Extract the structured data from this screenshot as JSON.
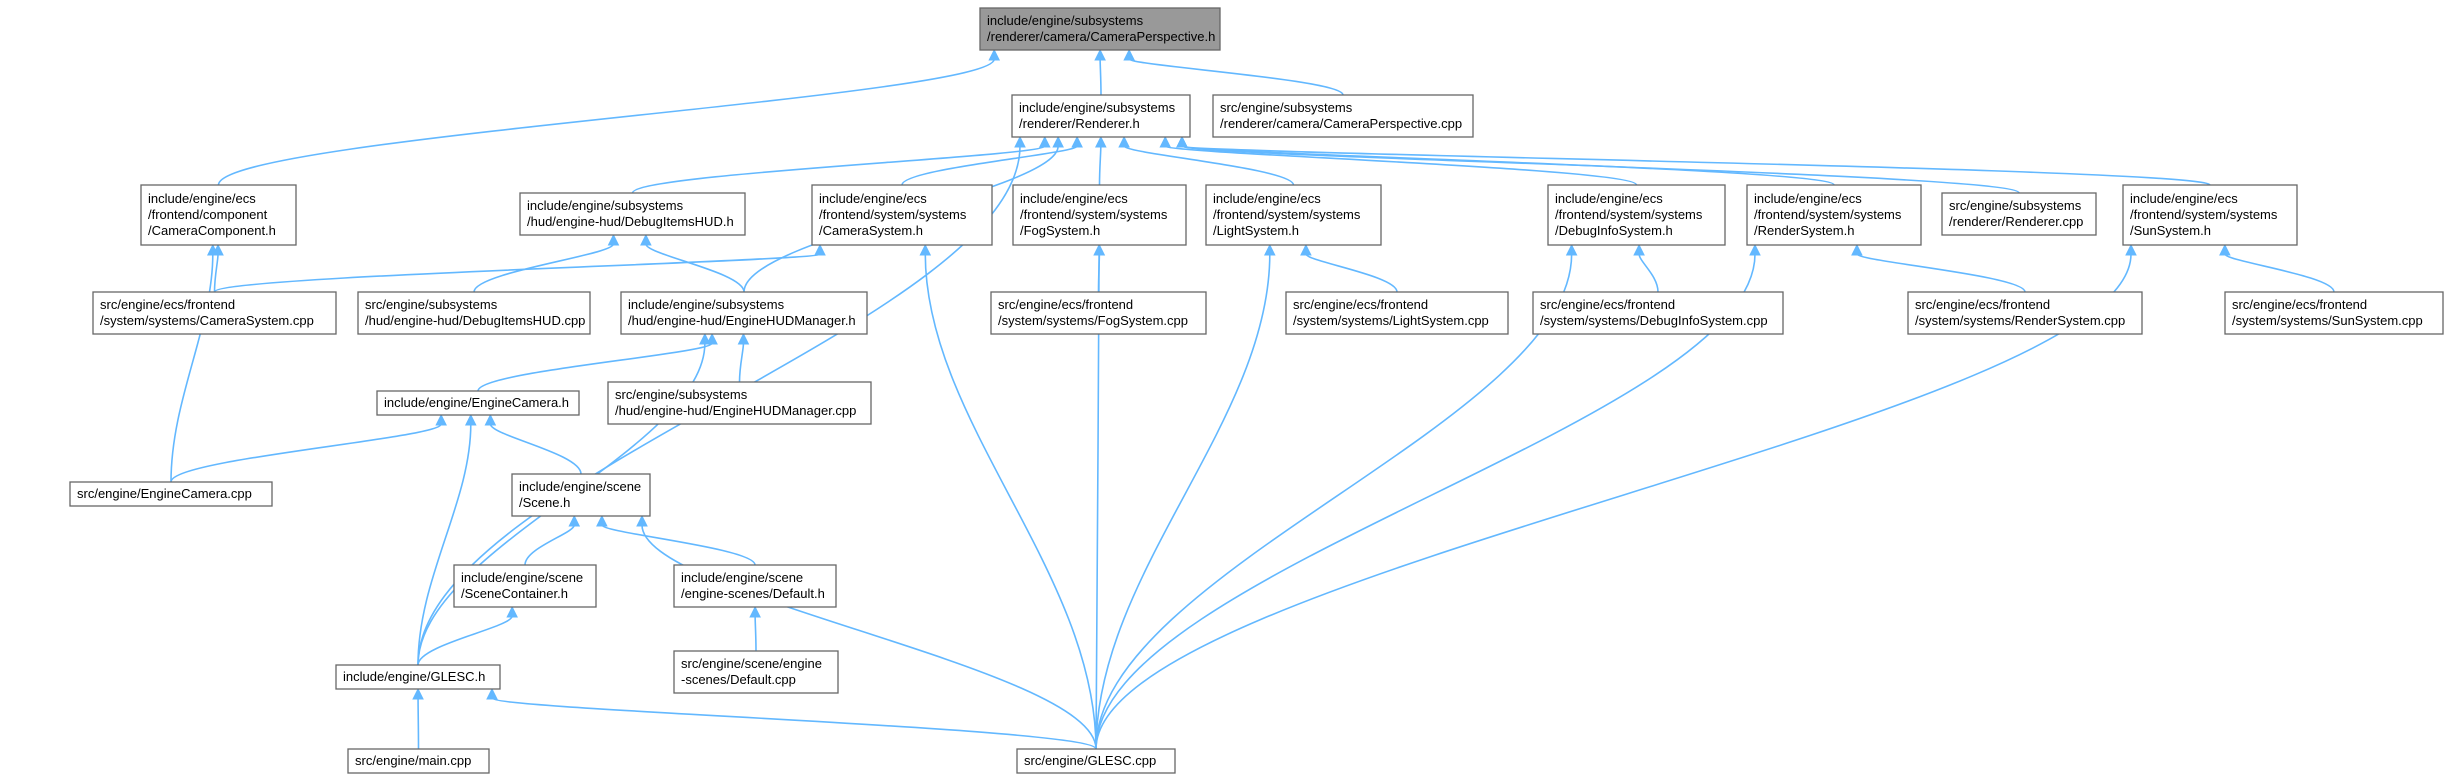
{
  "graph": {
    "nodes": [
      {
        "id": "root",
        "lines": [
          "include/engine/subsystems",
          "/renderer/camera/CameraPerspective.h"
        ],
        "root": true
      },
      {
        "id": "renderer_h",
        "lines": [
          "include/engine/subsystems",
          "/renderer/Renderer.h"
        ]
      },
      {
        "id": "campersp_cpp",
        "lines": [
          "src/engine/subsystems",
          "/renderer/camera/CameraPerspective.cpp"
        ]
      },
      {
        "id": "camcomp_h",
        "lines": [
          "include/engine/ecs",
          "/frontend/component",
          "/CameraComponent.h"
        ]
      },
      {
        "id": "debughud_h",
        "lines": [
          "include/engine/subsystems",
          "/hud/engine-hud/DebugItemsHUD.h"
        ]
      },
      {
        "id": "camsys_h",
        "lines": [
          "include/engine/ecs",
          "/frontend/system/systems",
          "/CameraSystem.h"
        ]
      },
      {
        "id": "fogsys_h",
        "lines": [
          "include/engine/ecs",
          "/frontend/system/systems",
          "/FogSystem.h"
        ]
      },
      {
        "id": "lightsys_h",
        "lines": [
          "include/engine/ecs",
          "/frontend/system/systems",
          "/LightSystem.h"
        ]
      },
      {
        "id": "debuginfo_h",
        "lines": [
          "include/engine/ecs",
          "/frontend/system/systems",
          "/DebugInfoSystem.h"
        ]
      },
      {
        "id": "rendersys_h",
        "lines": [
          "include/engine/ecs",
          "/frontend/system/systems",
          "/RenderSystem.h"
        ]
      },
      {
        "id": "renderer_cpp",
        "lines": [
          "src/engine/subsystems",
          "/renderer/Renderer.cpp"
        ]
      },
      {
        "id": "sunsys_h",
        "lines": [
          "include/engine/ecs",
          "/frontend/system/systems",
          "/SunSystem.h"
        ]
      },
      {
        "id": "camsys_cpp",
        "lines": [
          "src/engine/ecs/frontend",
          "/system/systems/CameraSystem.cpp"
        ]
      },
      {
        "id": "debughud_cpp",
        "lines": [
          "src/engine/subsystems",
          "/hud/engine-hud/DebugItemsHUD.cpp"
        ]
      },
      {
        "id": "hudmgr_h",
        "lines": [
          "include/engine/subsystems",
          "/hud/engine-hud/EngineHUDManager.h"
        ]
      },
      {
        "id": "fogsys_cpp",
        "lines": [
          "src/engine/ecs/frontend",
          "/system/systems/FogSystem.cpp"
        ]
      },
      {
        "id": "lightsys_cpp",
        "lines": [
          "src/engine/ecs/frontend",
          "/system/systems/LightSystem.cpp"
        ]
      },
      {
        "id": "debuginfo_cpp",
        "lines": [
          "src/engine/ecs/frontend",
          "/system/systems/DebugInfoSystem.cpp"
        ]
      },
      {
        "id": "rendersys_cpp",
        "lines": [
          "src/engine/ecs/frontend",
          "/system/systems/RenderSystem.cpp"
        ]
      },
      {
        "id": "sunsys_cpp",
        "lines": [
          "src/engine/ecs/frontend",
          "/system/systems/SunSystem.cpp"
        ]
      },
      {
        "id": "enginecam_h",
        "lines": [
          "include/engine/EngineCamera.h"
        ]
      },
      {
        "id": "hudmgr_cpp",
        "lines": [
          "src/engine/subsystems",
          "/hud/engine-hud/EngineHUDManager.cpp"
        ]
      },
      {
        "id": "enginecam_cpp",
        "lines": [
          "src/engine/EngineCamera.cpp"
        ]
      },
      {
        "id": "scene_h",
        "lines": [
          "include/engine/scene",
          "/Scene.h"
        ]
      },
      {
        "id": "scenecont_h",
        "lines": [
          "include/engine/scene",
          "/SceneContainer.h"
        ]
      },
      {
        "id": "default_h",
        "lines": [
          "include/engine/scene",
          "/engine-scenes/Default.h"
        ]
      },
      {
        "id": "default_cpp",
        "lines": [
          "src/engine/scene/engine",
          "-scenes/Default.cpp"
        ]
      },
      {
        "id": "glesc_h",
        "lines": [
          "include/engine/GLESC.h"
        ]
      },
      {
        "id": "glesc_cpp",
        "lines": [
          "src/engine/GLESC.cpp"
        ]
      },
      {
        "id": "main_cpp",
        "lines": [
          "src/engine/main.cpp"
        ]
      }
    ],
    "edges": [
      [
        "renderer_h",
        "root"
      ],
      [
        "campersp_cpp",
        "root"
      ],
      [
        "camcomp_h",
        "root"
      ],
      [
        "debughud_h",
        "renderer_h"
      ],
      [
        "camsys_h",
        "renderer_h"
      ],
      [
        "fogsys_h",
        "renderer_h"
      ],
      [
        "lightsys_h",
        "renderer_h"
      ],
      [
        "debuginfo_h",
        "renderer_h"
      ],
      [
        "rendersys_h",
        "renderer_h"
      ],
      [
        "renderer_cpp",
        "renderer_h"
      ],
      [
        "sunsys_h",
        "renderer_h"
      ],
      [
        "hudmgr_h",
        "renderer_h"
      ],
      [
        "glesc_h",
        "renderer_h"
      ],
      [
        "camsys_cpp",
        "camcomp_h"
      ],
      [
        "enginecam_cpp",
        "camcomp_h"
      ],
      [
        "debughud_cpp",
        "debughud_h"
      ],
      [
        "hudmgr_h",
        "debughud_h"
      ],
      [
        "camsys_cpp",
        "camsys_h"
      ],
      [
        "glesc_cpp",
        "camsys_h"
      ],
      [
        "fogsys_cpp",
        "fogsys_h"
      ],
      [
        "glesc_cpp",
        "fogsys_h"
      ],
      [
        "lightsys_cpp",
        "lightsys_h"
      ],
      [
        "glesc_cpp",
        "lightsys_h"
      ],
      [
        "debuginfo_cpp",
        "debuginfo_h"
      ],
      [
        "glesc_cpp",
        "debuginfo_h"
      ],
      [
        "rendersys_cpp",
        "rendersys_h"
      ],
      [
        "glesc_cpp",
        "rendersys_h"
      ],
      [
        "sunsys_cpp",
        "sunsys_h"
      ],
      [
        "glesc_cpp",
        "sunsys_h"
      ],
      [
        "enginecam_h",
        "hudmgr_h"
      ],
      [
        "hudmgr_cpp",
        "hudmgr_h"
      ],
      [
        "glesc_h",
        "hudmgr_h"
      ],
      [
        "enginecam_cpp",
        "enginecam_h"
      ],
      [
        "scene_h",
        "enginecam_h"
      ],
      [
        "glesc_h",
        "enginecam_h"
      ],
      [
        "scenecont_h",
        "scene_h"
      ],
      [
        "default_h",
        "scene_h"
      ],
      [
        "glesc_cpp",
        "scene_h"
      ],
      [
        "glesc_h",
        "scenecont_h"
      ],
      [
        "default_cpp",
        "default_h"
      ],
      [
        "main_cpp",
        "glesc_h"
      ],
      [
        "glesc_cpp",
        "glesc_h"
      ]
    ]
  }
}
